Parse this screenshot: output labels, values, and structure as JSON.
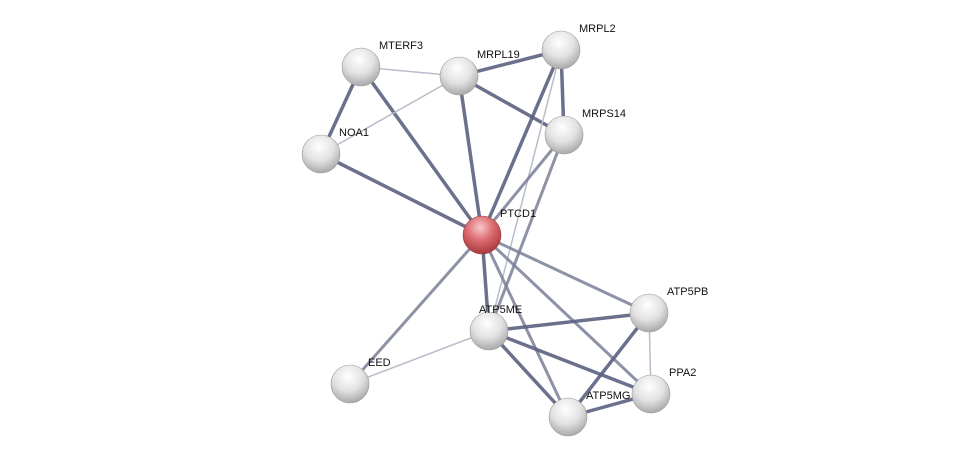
{
  "network": {
    "nodes": [
      {
        "id": "MTERF3",
        "label": "MTERF3",
        "query": false
      },
      {
        "id": "MRPL19",
        "label": "MRPL19",
        "query": false
      },
      {
        "id": "MRPL2",
        "label": "MRPL2",
        "query": false
      },
      {
        "id": "MRPS14",
        "label": "MRPS14",
        "query": false
      },
      {
        "id": "NOA1",
        "label": "NOA1",
        "query": false
      },
      {
        "id": "PTCD1",
        "label": "PTCD1",
        "query": true
      },
      {
        "id": "ATP5PB",
        "label": "ATP5PB",
        "query": false
      },
      {
        "id": "ATP5ME",
        "label": "ATP5ME",
        "query": false
      },
      {
        "id": "PPA2",
        "label": "PPA2",
        "query": false
      },
      {
        "id": "EED",
        "label": "EED",
        "query": false
      },
      {
        "id": "ATP5MG",
        "label": "ATP5MG",
        "query": false
      }
    ],
    "edges": [
      {
        "source": "MTERF3",
        "target": "MRPL19",
        "confidence": "low"
      },
      {
        "source": "MTERF3",
        "target": "NOA1",
        "confidence": "high"
      },
      {
        "source": "MTERF3",
        "target": "PTCD1",
        "confidence": "high"
      },
      {
        "source": "NOA1",
        "target": "MRPL19",
        "confidence": "low"
      },
      {
        "source": "NOA1",
        "target": "PTCD1",
        "confidence": "high"
      },
      {
        "source": "MRPL19",
        "target": "MRPL2",
        "confidence": "high"
      },
      {
        "source": "MRPL19",
        "target": "MRPS14",
        "confidence": "high"
      },
      {
        "source": "MRPL19",
        "target": "PTCD1",
        "confidence": "high"
      },
      {
        "source": "MRPL2",
        "target": "MRPS14",
        "confidence": "high"
      },
      {
        "source": "MRPL2",
        "target": "PTCD1",
        "confidence": "high"
      },
      {
        "source": "MRPL2",
        "target": "ATP5ME",
        "confidence": "low"
      },
      {
        "source": "MRPS14",
        "target": "PTCD1",
        "confidence": "medium"
      },
      {
        "source": "MRPS14",
        "target": "ATP5ME",
        "confidence": "medium"
      },
      {
        "source": "PTCD1",
        "target": "ATP5PB",
        "confidence": "medium"
      },
      {
        "source": "PTCD1",
        "target": "ATP5ME",
        "confidence": "high"
      },
      {
        "source": "PTCD1",
        "target": "PPA2",
        "confidence": "medium"
      },
      {
        "source": "PTCD1",
        "target": "ATP5MG",
        "confidence": "medium"
      },
      {
        "source": "PTCD1",
        "target": "EED",
        "confidence": "medium"
      },
      {
        "source": "EED",
        "target": "ATP5ME",
        "confidence": "low"
      },
      {
        "source": "ATP5ME",
        "target": "ATP5PB",
        "confidence": "high"
      },
      {
        "source": "ATP5ME",
        "target": "PPA2",
        "confidence": "high"
      },
      {
        "source": "ATP5ME",
        "target": "ATP5MG",
        "confidence": "high"
      },
      {
        "source": "ATP5PB",
        "target": "ATP5MG",
        "confidence": "high"
      },
      {
        "source": "ATP5PB",
        "target": "PPA2",
        "confidence": "low"
      },
      {
        "source": "ATP5MG",
        "target": "PPA2",
        "confidence": "high"
      }
    ],
    "colors": {
      "node": "#e6e6e6",
      "query_node": "#e06a6e",
      "edge_high": "#5b6280",
      "edge_medium": "#7a7f98",
      "edge_low": "#b9bccb"
    }
  }
}
